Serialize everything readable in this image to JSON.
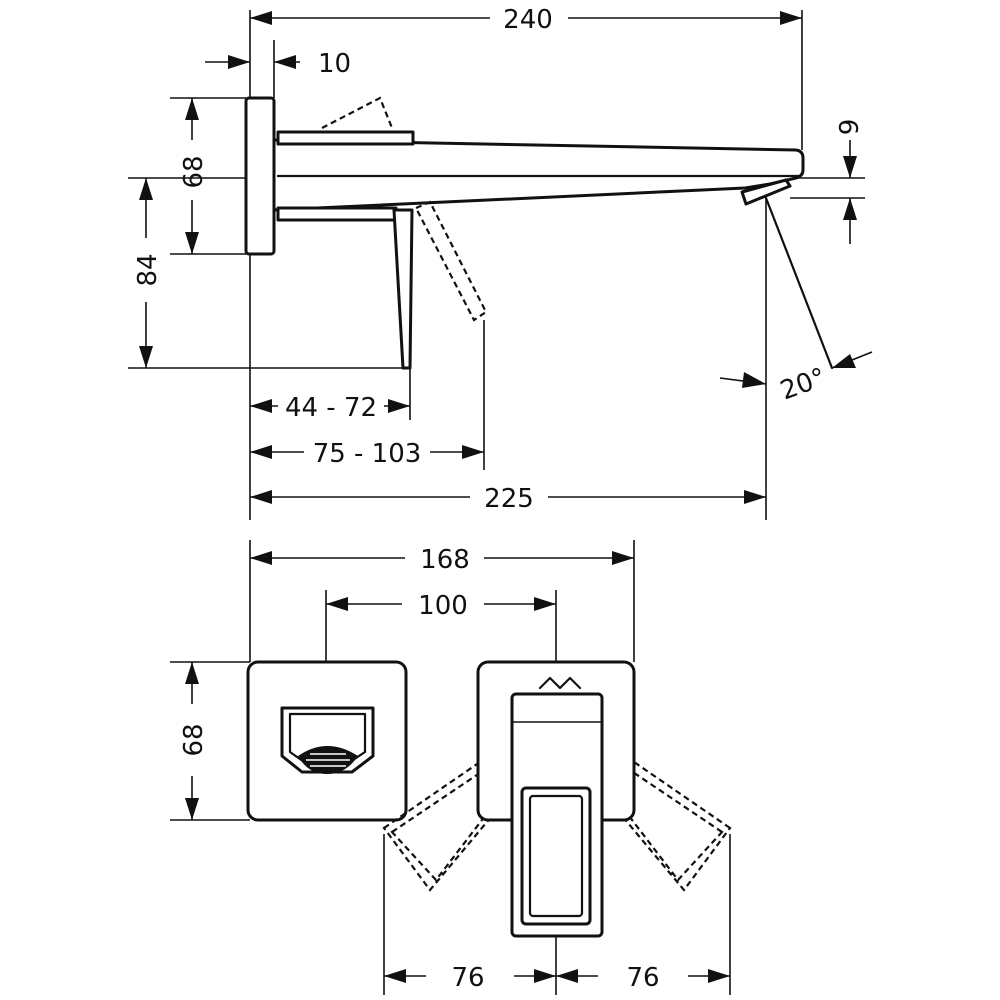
{
  "side_view": {
    "dim_overall_length": "240",
    "dim_plate_thickness": "10",
    "dim_plate_height": "68",
    "dim_lever_height": "84",
    "dim_outlet_offset": "9",
    "dim_spray_angle": "20°",
    "dim_lever_reach": "44 - 72",
    "dim_lever_reach_open": "75 - 103",
    "dim_spout_reach": "225"
  },
  "front_view": {
    "dim_overall_width": "168",
    "dim_center_distance": "100",
    "dim_plate_height": "68",
    "dim_swing_left": "76",
    "dim_swing_right": "76"
  }
}
